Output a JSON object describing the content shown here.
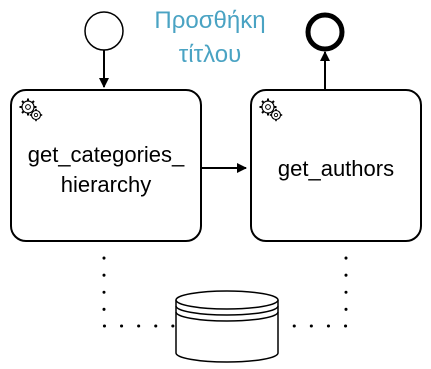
{
  "diagram": {
    "title_line1": "Προσθήκη",
    "title_line2": "τίτλου",
    "tasks": [
      {
        "label_line1": "get_categories_",
        "label_line2": "hierarchy",
        "icon": "gear-icon"
      },
      {
        "label_line1": "get_authors",
        "icon": "gear-icon"
      }
    ],
    "start_event": "start-event",
    "end_event": "end-event",
    "data_store": "database-cylinder",
    "colors": {
      "title": "#4aa3c3",
      "stroke": "#000000"
    }
  }
}
